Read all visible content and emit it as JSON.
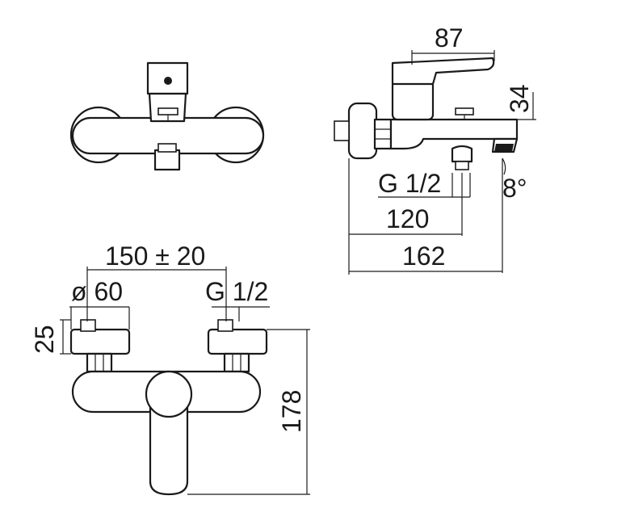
{
  "diagram": {
    "colors": {
      "ink": "#1a1a1a",
      "background": "#ffffff"
    },
    "dimensions": {
      "width_87": "87",
      "height_34": "34",
      "thread_side": "G 1/2",
      "angle": "8°",
      "depth_120": "120",
      "depth_162": "162",
      "centers": "150 ± 20",
      "flange_diameter": "ø 60",
      "thread_front": "G 1/2",
      "flange_depth": "25",
      "height_178": "178"
    }
  }
}
